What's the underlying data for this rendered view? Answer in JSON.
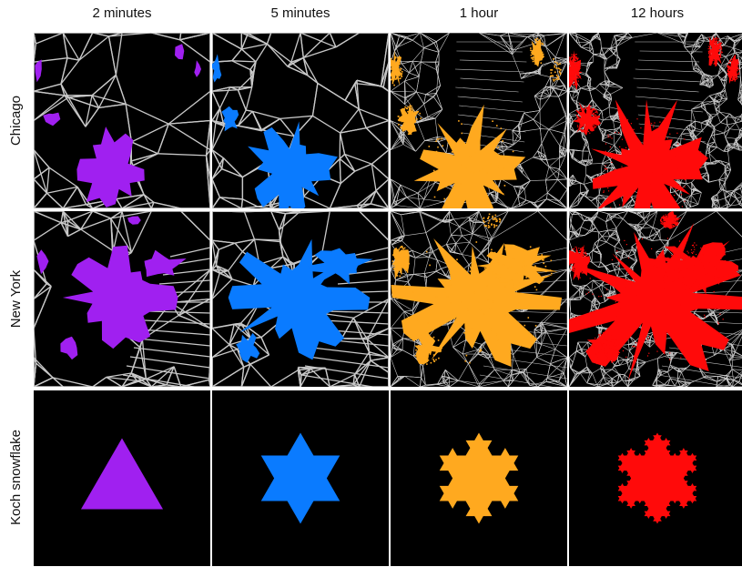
{
  "columns": [
    {
      "label": "2 minutes",
      "color": "#A020F0"
    },
    {
      "label": "5 minutes",
      "color": "#0A7BFF"
    },
    {
      "label": "1 hour",
      "color": "#FFA91F"
    },
    {
      "label": "12 hours",
      "color": "#FF0A0A"
    }
  ],
  "rows": [
    {
      "label": "Chicago",
      "kind": "map-with-triangulation"
    },
    {
      "label": "New York",
      "kind": "map-with-triangulation"
    },
    {
      "label": "Koch snowflake",
      "kind": "fractal"
    }
  ],
  "snowflake_iterations": [
    0,
    1,
    2,
    3
  ],
  "triangulation_color": "#C8C8C8",
  "background_color": "#000000"
}
